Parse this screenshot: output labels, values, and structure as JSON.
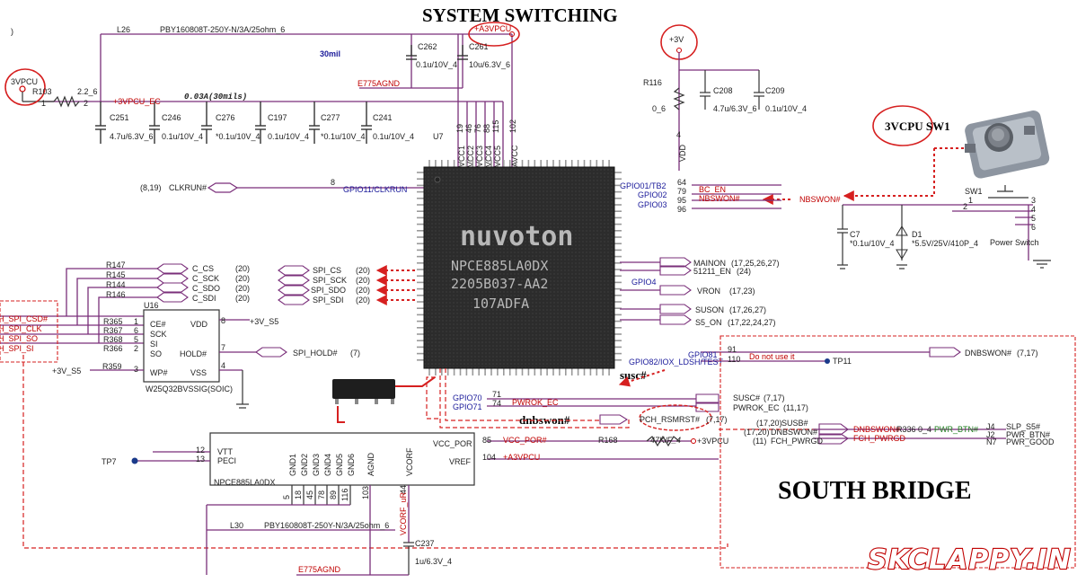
{
  "titles": {
    "top": "SYSTEM SWITCHING",
    "south_bridge": "SOUTH BRIDGE",
    "watermark": "SKCLAPPY.IN",
    "corner_mark": ")"
  },
  "labels": {
    "l26": "L26",
    "l26_part": "PBY160808T-250Y-N/3A/25ohm_6",
    "l30": "L30",
    "l30_part": "PBY160808T-250Y-N/3A/25ohm_6",
    "a3vpcu_top": "+A3VPCU",
    "mil30": "30mil",
    "a003": "0.03A(30mils)",
    "c262": "C262",
    "c262_v": "0.1u/10V_4",
    "c261": "C261",
    "c261_v": "10u/6.3V_6",
    "e775agnd_top": "E775AGND",
    "vpcu3": "3VPCU",
    "r103": "R103",
    "r103_v": "2.2_6",
    "pin1": "1",
    "pin2": "2",
    "vpcu_ec": "+3VPCU_EC",
    "c251": "C251",
    "c251_v": "4.7u/6.3V_6",
    "c246": "C246",
    "c246_v": "0.1u/10V_4",
    "c276": "C276",
    "c276_v": "*0.1u/10V_4",
    "c197": "C197",
    "c197_v": "0.1u/10V_4",
    "c277": "C277",
    "c277_v": "*0.1u/10V_4",
    "c241": "C241",
    "c241_v": "0.1u/10V_4",
    "vcc_pins": [
      "19",
      "46",
      "76",
      "88",
      "115"
    ],
    "avcc_pin": "102",
    "u7": "U7",
    "vcc_names": [
      "VCC1",
      "VCC2",
      "VCC3",
      "VCC4",
      "VCC5"
    ],
    "avcc": "AVCC",
    "v3_top": "+3V",
    "r116": "R116",
    "r116_v": "0_6",
    "c208": "C208",
    "c208_v": "4.7u/6.3V_6",
    "c209": "C209",
    "c209_v": "0.1u/10V_4",
    "vdd": "VDD",
    "vdd_pin": "4",
    "sw_label": "3VCPU  SW1",
    "clkrun_ref": "(8,19)",
    "clkrun": "CLKRUN#",
    "clkrun_pin": "8",
    "gpio11": "GPIO11/CLKRUN",
    "gpio01": "GPIO01/TB2",
    "gpio01_pin": "64",
    "bc_en": "BC_EN",
    "gpio02": "GPIO02",
    "gpio02_pin": "79",
    "nbswon": "NBSWON#",
    "gpio03": "GPIO03",
    "gpio03_pin": "95",
    "gpio_pin96": "96",
    "nbswon_out": "NBSWON#",
    "sw1": "SW1",
    "sw_pins": [
      "1",
      "2",
      "3",
      "4",
      "5",
      "6"
    ],
    "c7": "C7",
    "c7_v": "*0.1u/10V_4",
    "d1": "D1",
    "d1_v": "*5.5V/25V/410P_4",
    "power_switch": "Power Switch",
    "chip_line1": "nuvoton",
    "chip_line2": "NPCE885LA0DX",
    "chip_line3": "2205B037-AA2",
    "chip_line4": "107ADFA",
    "r147": "R147",
    "r145": "R145",
    "r144": "R144",
    "r146": "R146",
    "c_cs": "C_CS",
    "c_sck": "C_SCK",
    "c_sdo": "C_SDO",
    "c_sdi": "C_SDI",
    "ref20": "(20)",
    "spi_cs": "SPI_CS",
    "spi_sck": "SPI_SCK",
    "spi_sdo": "SPI_SDO",
    "spi_sdi": "SPI_SDI",
    "mainon": "MAINON",
    "mainon_ref": "(17,25,26,27)",
    "en51211": "51211_EN",
    "en51211_ref": "(24)",
    "gpio04": "GPIO4",
    "vron": "VRON",
    "vron_ref": "(17,23)",
    "suson": "SUSON",
    "suson_ref": "(17,26,27)",
    "s5_on": "S5_ON",
    "s5_on_ref": "(17,22,24,27)",
    "h_spi_csd": "H_SPI_CSD#",
    "h_spi_clk": "H_SPI_CLK",
    "h_spi_so": "H_SPI_SO",
    "h_spi_si": "H_SPI_SI",
    "r365": "R365",
    "r367": "R367",
    "r368": "R368",
    "r366": "R366",
    "u16": "U16",
    "w25_pins": [
      "1",
      "6",
      "5",
      "2"
    ],
    "ce": "CE#",
    "sck": "SCK",
    "si": "SI",
    "so": "SO",
    "vdd2": "VDD",
    "vdd2_pin": "8",
    "v3_s5": "+3V_S5",
    "hold": "HOLD#",
    "hold_pin": "7",
    "spi_hold": "SPI_HOLD#",
    "spi_hold_ref": "(7)",
    "v3_s5_left": "+3V_S5",
    "r359": "R359",
    "wp": "WP#",
    "wp_pin": "3",
    "vss": "VSS",
    "vss_pin": "4",
    "w25q": "W25Q32BVSSIG(SOIC)",
    "gpio81": "GPIO81",
    "gpio81_pin": "91",
    "pin110": "110",
    "do_not_use": "Do not use it",
    "gpio82": "GPIO82/IOX_LDSH/TEST",
    "tp11": "TP11",
    "dnbswon_r": "DNBSWON#",
    "dnbswon_r_ref": "(7,17)",
    "susc_hand": "susc#",
    "gpio70": "GPIO70",
    "gpio71": "GPIO71",
    "pin71": "71",
    "pin74": "74",
    "pwrok_ec": "PWROK_EC",
    "susc": "SUSC#",
    "susc_ref": "(7,17)",
    "pwrok_ec_r": "PWROK_EC",
    "pwrok_ec_r_ref": "(11,17)",
    "dnbswon_hand": "dnbswon#",
    "pch_rsmrst": "PCH_RSMRST#",
    "pch_ref": "(7,17)",
    "vcc_por": "VCC_POR",
    "vcc_por_pin": "85",
    "vcc_por_net": "VCC_POR#",
    "r168": "R168",
    "r168_v": "47K/F_4",
    "v3vpcu_r": "+3VPCU",
    "vref": "VREF",
    "vref_pin": "104",
    "a3vpcu_r": "+A3VPCU",
    "vtt": "VTT",
    "vtt_pin": "12",
    "peci": "PECI",
    "peci_pin": "13",
    "tp7": "TP7",
    "npce": "NPCE885LA0DX",
    "gnd_names": [
      "GND1",
      "GND2",
      "GND3",
      "GND4",
      "GND5",
      "GND6"
    ],
    "gnd_pins": [
      "5",
      "18",
      "45",
      "78",
      "89",
      "116"
    ],
    "agnd": "AGND",
    "agnd_pin": "103",
    "vcorf": "VCORF",
    "vcorf_pin": "44",
    "vcorf_net": "VCORF_uR",
    "c237": "C237",
    "c237_v": "1u/6.3V_4",
    "e775agnd_bot": "E775AGND",
    "sb_refs_a": "(17,20)",
    "sb_refs_b": "(11)",
    "sb_susb": "SUSB#",
    "sb_dnbswon": "DNBSWON#",
    "sb_fch": "FCH_PWRGD",
    "sb_dnbswon_r": "DNBSWON#",
    "r336": "R336",
    "r336_v": "0_4",
    "pwr_btn": "PWR_BTN#",
    "sb_fch_r": "FCH_PWRGD",
    "j4": "J4",
    "j2": "J2",
    "n7": "N7",
    "slp_s5": "SLP_S5#",
    "pwr_btn_r": "PWR_BTN#",
    "pwr_good": "PWR_GOOD"
  },
  "colors": {
    "wire": "#7a2f7a",
    "annot": "#d62020",
    "net_red": "#c00000",
    "net_blue": "#1a1a9a",
    "net_green": "#1e7d1e",
    "chip": "#2a2a2a"
  }
}
